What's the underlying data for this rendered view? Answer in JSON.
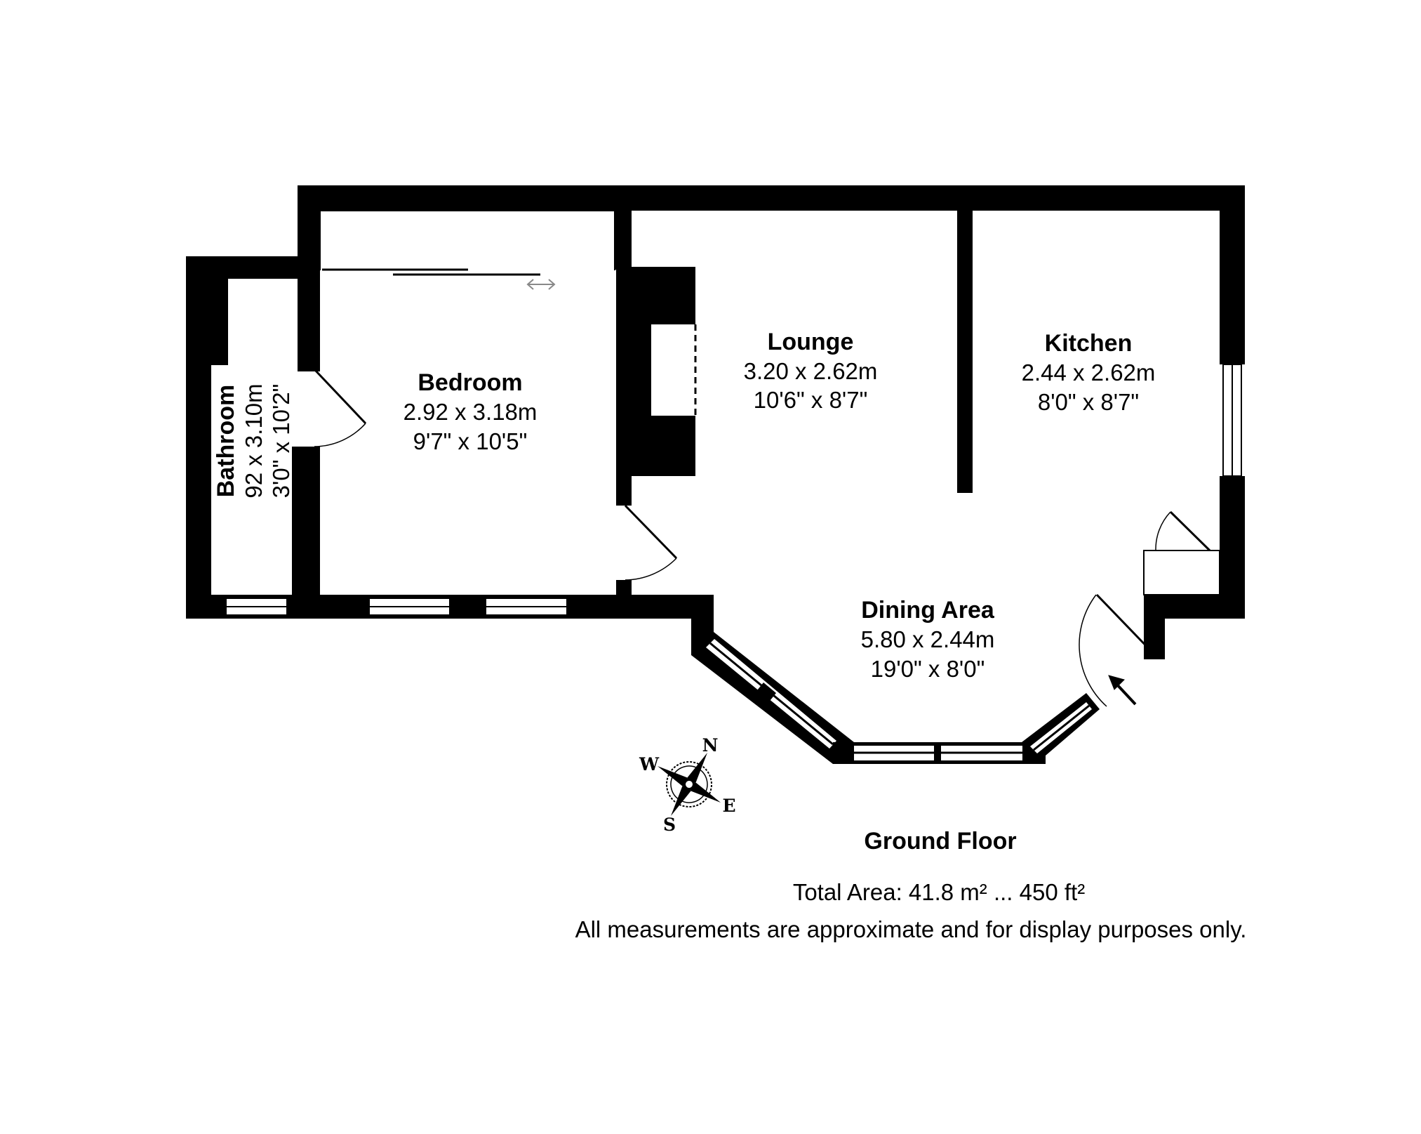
{
  "rooms": {
    "bathroom": {
      "name": "Bathroom",
      "metric": "92 x 3.10m",
      "imperial": "3'0\" x 10'2\""
    },
    "bedroom": {
      "name": "Bedroom",
      "metric": "2.92 x 3.18m",
      "imperial": "9'7\" x 10'5\""
    },
    "lounge": {
      "name": "Lounge",
      "metric": "3.20 x 2.62m",
      "imperial": "10'6\" x 8'7\""
    },
    "kitchen": {
      "name": "Kitchen",
      "metric": "2.44 x 2.62m",
      "imperial": "8'0\" x 8'7\""
    },
    "dining": {
      "name": "Dining Area",
      "metric": "5.80 x 2.44m",
      "imperial": "19'0\" x 8'0\""
    }
  },
  "compass": {
    "north": "N",
    "south": "S",
    "east": "E",
    "west": "W"
  },
  "caption": {
    "floor": "Ground Floor",
    "total_area": "Total Area: 41.8 m² ... 450 ft²",
    "disclaimer": "All measurements are approximate and for display purposes only."
  }
}
